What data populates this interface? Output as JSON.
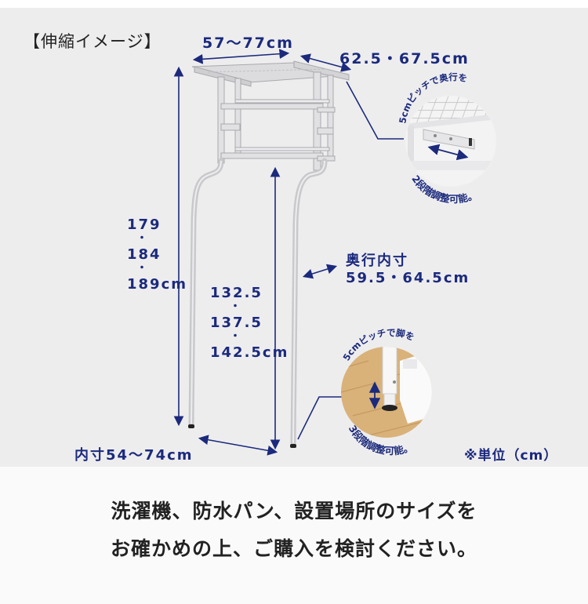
{
  "title": "【伸縮イメージ】",
  "dimensions": {
    "width_top": "57〜77cm",
    "depth_top": "62.5・67.5cm",
    "total_height": {
      "values": [
        "179",
        "184",
        "189cm"
      ],
      "separator": "・"
    },
    "inner_height": {
      "values": [
        "132.5",
        "137.5",
        "142.5cm"
      ],
      "separator": "・"
    },
    "inner_depth": {
      "label": "奥行内寸",
      "value": "59.5・64.5cm"
    },
    "inner_width": "内寸54〜74cm"
  },
  "callouts": {
    "shelf_depth": {
      "top_text": "5cmピッチで奥行を",
      "bottom_text": "2段階調整可能。"
    },
    "leg_height": {
      "top_text": "5cmピッチで脚を",
      "bottom_text": "3段階調整可能。"
    }
  },
  "unit_note": "※単位（cm）",
  "message": {
    "line1": "洗濯機、防水パン、設置場所のサイズを",
    "line2": "お確かめの上、ご購入を検討ください。"
  },
  "colors": {
    "accent": "#1b2a7c",
    "panel_bg": "#eeedee",
    "bottom_bg": "#fafafa",
    "rack": "#d9d9dc",
    "wood": "#d9b27a"
  }
}
